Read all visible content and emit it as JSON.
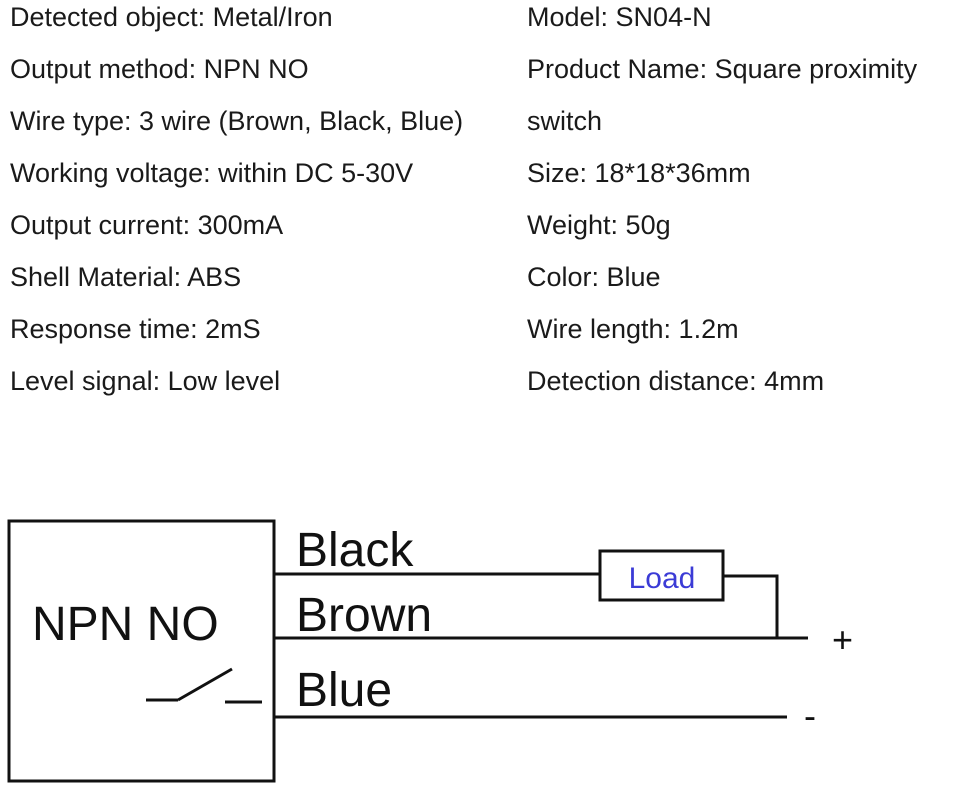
{
  "specs_left": [
    "Detected object: Metal/Iron",
    "Output method: NPN NO",
    "Wire type: 3 wire (Brown, Black, Blue)",
    "Working voltage: within DC 5-30V",
    "Output current: 300mA",
    "Shell Material: ABS",
    "Response time: 2mS",
    "Level signal: Low level"
  ],
  "specs_right": [
    "Model: SN04-N",
    "Product Name: Square proximity",
    "switch",
    "Size: 18*18*36mm",
    "Weight: 50g",
    "Color: Blue",
    "Wire length: 1.2m",
    "Detection distance: 4mm"
  ],
  "diagram": {
    "box_label": "NPN NO",
    "wire_black": "Black",
    "wire_brown": "Brown",
    "wire_blue": "Blue",
    "load_label": "Load",
    "plus": "+",
    "minus": "-",
    "load_color": "#3b3bd6"
  }
}
